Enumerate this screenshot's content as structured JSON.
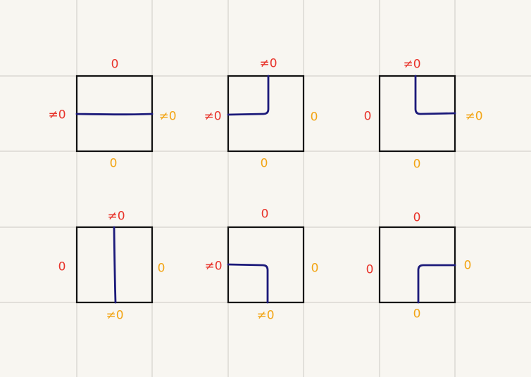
{
  "colors": {
    "background": "#f8f6f1",
    "grid": "#d4d1cc",
    "box_border": "#111111",
    "path": "#1c1a7a",
    "label_red": "#e8342b",
    "label_orange": "#f2a516"
  },
  "tiles": [
    {
      "name": "horizontal-straight",
      "labels": {
        "top": "0",
        "right": "≠0",
        "bottom": "0",
        "left": "≠0"
      },
      "label_colors": {
        "top": "red",
        "right": "orange",
        "bottom": "orange",
        "left": "red"
      }
    },
    {
      "name": "left-top-corner",
      "labels": {
        "top": "≠0",
        "right": "0",
        "bottom": "0",
        "left": "≠0"
      },
      "label_colors": {
        "top": "red",
        "right": "orange",
        "bottom": "orange",
        "left": "red"
      }
    },
    {
      "name": "top-right-corner",
      "labels": {
        "top": "≠0",
        "right": "≠0",
        "bottom": "0",
        "left": "0"
      },
      "label_colors": {
        "top": "red",
        "right": "orange",
        "bottom": "orange",
        "left": "red"
      }
    },
    {
      "name": "vertical-straight",
      "labels": {
        "top": "≠0",
        "right": "0",
        "bottom": "≠0",
        "left": "0"
      },
      "label_colors": {
        "top": "red",
        "right": "orange",
        "bottom": "orange",
        "left": "red"
      }
    },
    {
      "name": "left-bottom-corner",
      "labels": {
        "top": "0",
        "right": "0",
        "bottom": "≠0",
        "left": "≠0"
      },
      "label_colors": {
        "top": "red",
        "right": "orange",
        "bottom": "orange",
        "left": "red"
      }
    },
    {
      "name": "right-bottom-corner",
      "labels": {
        "top": "0",
        "right": "0",
        "bottom": "0",
        "left": "0"
      },
      "label_colors": {
        "top": "red",
        "right": "orange",
        "bottom": "orange",
        "left": "red"
      }
    }
  ]
}
